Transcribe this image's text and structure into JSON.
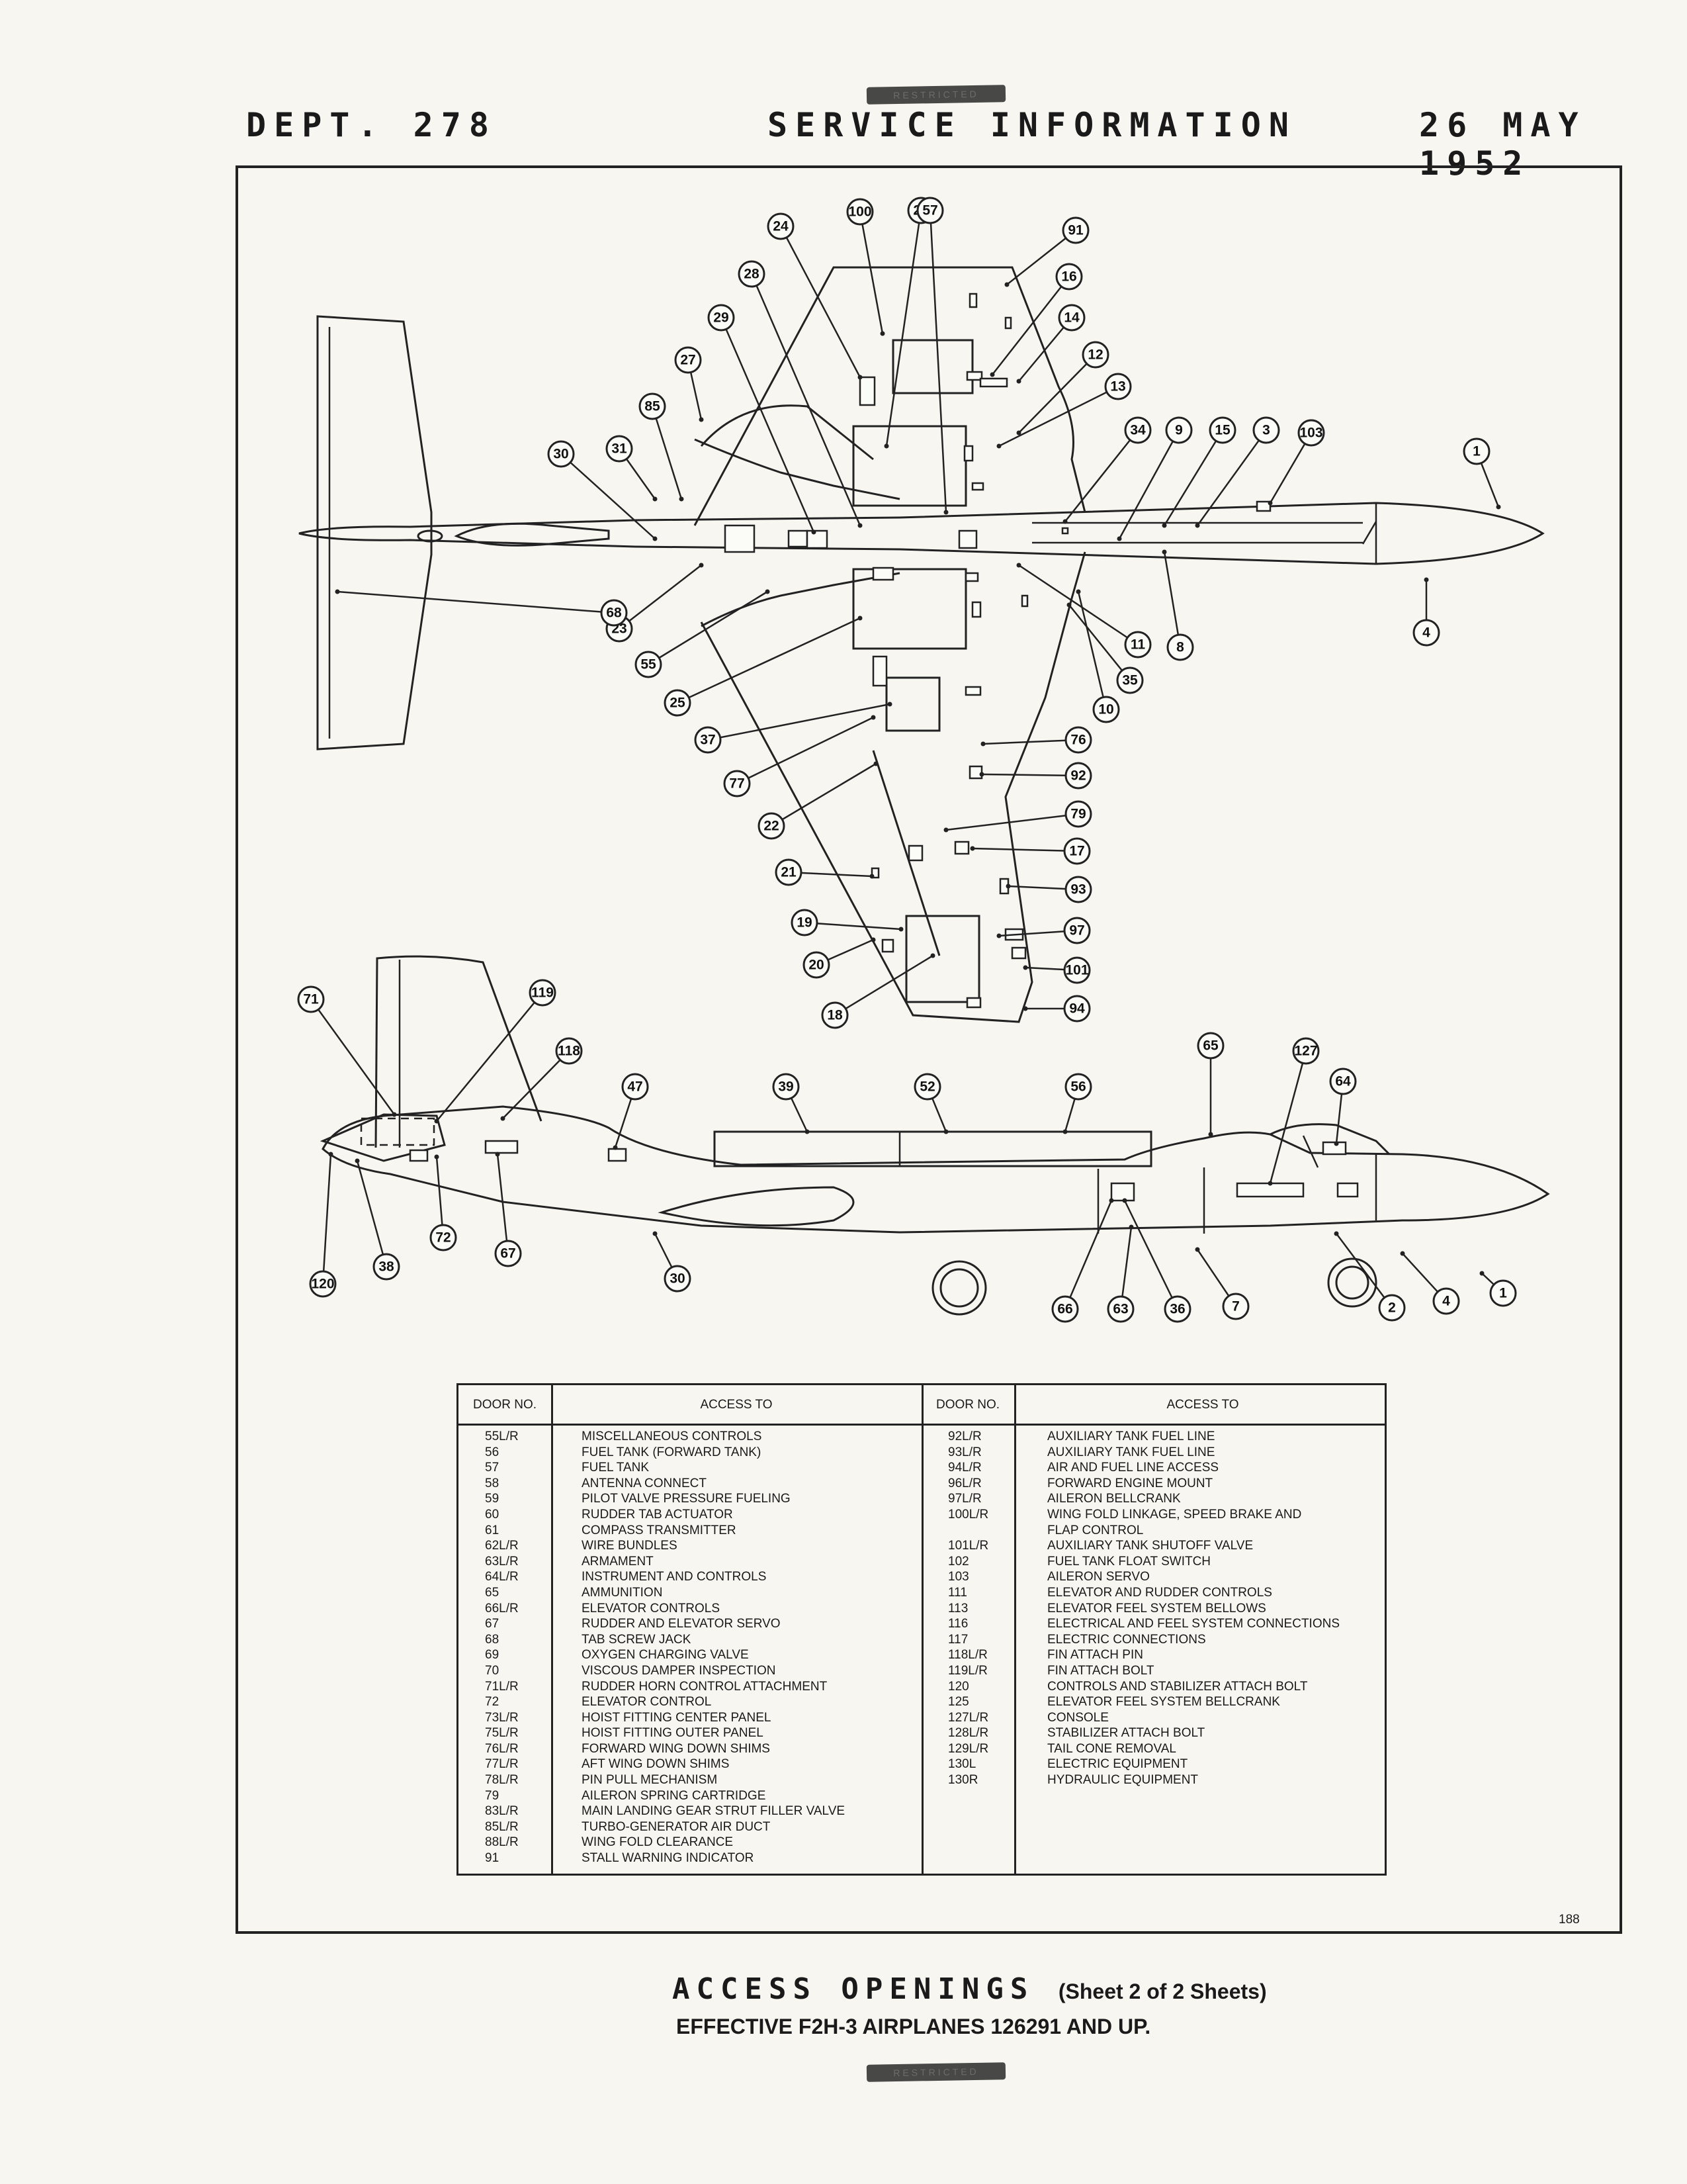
{
  "header": {
    "left": "DEPT. 278",
    "center": "SERVICE INFORMATION",
    "right": "26 MAY 1952"
  },
  "stamp_text": "RESTRICTED",
  "callouts_top": [
    "1",
    "3",
    "4",
    "8",
    "9",
    "10",
    "11",
    "12",
    "13",
    "14",
    "15",
    "16",
    "17",
    "18",
    "19",
    "20",
    "21",
    "22",
    "23",
    "24",
    "25",
    "26",
    "27",
    "28",
    "29",
    "30",
    "31",
    "34",
    "35",
    "37",
    "55",
    "57",
    "68",
    "76",
    "77",
    "79",
    "85",
    "91",
    "92",
    "93",
    "94",
    "97",
    "100",
    "101",
    "103"
  ],
  "callouts_side": [
    "1",
    "2",
    "4",
    "7",
    "30",
    "36",
    "38",
    "39",
    "47",
    "52",
    "56",
    "63",
    "64",
    "65",
    "66",
    "67",
    "71",
    "72",
    "118",
    "119",
    "120",
    "127"
  ],
  "table": {
    "col_door": "DOOR NO.",
    "col_access": "ACCESS TO",
    "left": [
      [
        "55L/R",
        "MISCELLANEOUS CONTROLS"
      ],
      [
        "56",
        "FUEL TANK (FORWARD TANK)"
      ],
      [
        "57",
        "FUEL TANK"
      ],
      [
        "58",
        "ANTENNA CONNECT"
      ],
      [
        "59",
        "PILOT VALVE PRESSURE FUELING"
      ],
      [
        "60",
        "RUDDER TAB ACTUATOR"
      ],
      [
        "61",
        "COMPASS TRANSMITTER"
      ],
      [
        "62L/R",
        "WIRE BUNDLES"
      ],
      [
        "63L/R",
        "ARMAMENT"
      ],
      [
        "64L/R",
        "INSTRUMENT AND CONTROLS"
      ],
      [
        "65",
        "AMMUNITION"
      ],
      [
        "66L/R",
        "ELEVATOR CONTROLS"
      ],
      [
        "67",
        "RUDDER AND ELEVATOR SERVO"
      ],
      [
        "68",
        "TAB SCREW JACK"
      ],
      [
        "69",
        "OXYGEN CHARGING VALVE"
      ],
      [
        "70",
        "VISCOUS DAMPER INSPECTION"
      ],
      [
        "71L/R",
        "RUDDER HORN CONTROL ATTACHMENT"
      ],
      [
        "72",
        "ELEVATOR CONTROL"
      ],
      [
        "73L/R",
        "HOIST FITTING CENTER PANEL"
      ],
      [
        "75L/R",
        "HOIST FITTING OUTER PANEL"
      ],
      [
        "76L/R",
        "FORWARD WING DOWN SHIMS"
      ],
      [
        "77L/R",
        "AFT WING DOWN SHIMS"
      ],
      [
        "78L/R",
        "PIN PULL MECHANISM"
      ],
      [
        "79",
        "AILERON SPRING CARTRIDGE"
      ],
      [
        "83L/R",
        "MAIN LANDING GEAR STRUT FILLER VALVE"
      ],
      [
        "85L/R",
        "TURBO-GENERATOR AIR DUCT"
      ],
      [
        "88L/R",
        "WING FOLD CLEARANCE"
      ],
      [
        "91",
        "STALL WARNING INDICATOR"
      ]
    ],
    "right": [
      [
        "92L/R",
        "AUXILIARY TANK FUEL LINE"
      ],
      [
        "93L/R",
        "AUXILIARY TANK FUEL LINE"
      ],
      [
        "94L/R",
        "AIR AND FUEL LINE ACCESS"
      ],
      [
        "96L/R",
        "FORWARD ENGINE MOUNT"
      ],
      [
        "97L/R",
        "AILERON BELLCRANK"
      ],
      [
        "100L/R",
        "WING FOLD LINKAGE, SPEED BRAKE AND"
      ],
      [
        "",
        "FLAP CONTROL"
      ],
      [
        "101L/R",
        "AUXILIARY TANK SHUTOFF VALVE"
      ],
      [
        "102",
        "FUEL TANK FLOAT SWITCH"
      ],
      [
        "103",
        "AILERON SERVO"
      ],
      [
        "111",
        "ELEVATOR AND RUDDER CONTROLS"
      ],
      [
        "113",
        "ELEVATOR FEEL SYSTEM BELLOWS"
      ],
      [
        "116",
        "ELECTRICAL AND FEEL SYSTEM CONNECTIONS"
      ],
      [
        "117",
        "ELECTRIC CONNECTIONS"
      ],
      [
        "118L/R",
        "FIN ATTACH PIN"
      ],
      [
        "119L/R",
        "FIN ATTACH BOLT"
      ],
      [
        "120",
        "CONTROLS AND STABILIZER ATTACH BOLT"
      ],
      [
        "125",
        "ELEVATOR FEEL SYSTEM BELLCRANK"
      ],
      [
        "127L/R",
        "CONSOLE"
      ],
      [
        "128L/R",
        "STABILIZER ATTACH BOLT"
      ],
      [
        "129L/R",
        "TAIL CONE REMOVAL"
      ],
      [
        "130L",
        "ELECTRIC EQUIPMENT"
      ],
      [
        "130R",
        "HYDRAULIC EQUIPMENT"
      ]
    ]
  },
  "page_number": "188",
  "footer": {
    "title": "ACCESS OPENINGS",
    "sheet": "(Sheet 2 of 2 Sheets)",
    "effective": "EFFECTIVE F2H-3 AIRPLANES 126291 AND UP."
  }
}
